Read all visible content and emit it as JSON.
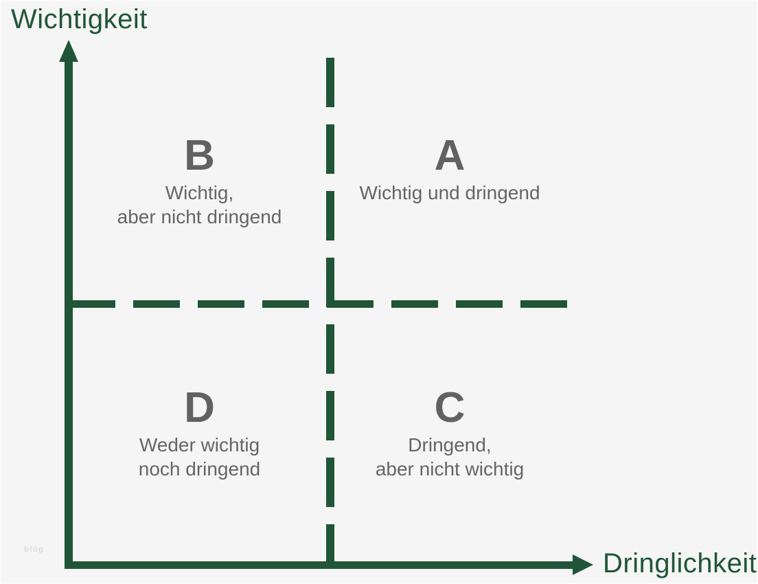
{
  "diagram": {
    "type": "eisenhower-matrix",
    "axes": {
      "y_label": "Wichtigkeit",
      "x_label": "Dringlichkeit"
    },
    "quadrants": [
      {
        "letter": "B",
        "description": "Wichtig,\naber nicht dringend",
        "position": "top-left"
      },
      {
        "letter": "A",
        "description": "Wichtig und dringend",
        "position": "top-right"
      },
      {
        "letter": "D",
        "description": "Weder wichtig\nnoch dringend",
        "position": "bottom-left"
      },
      {
        "letter": "C",
        "description": "Dringend,\naber nicht wichtig",
        "position": "bottom-right"
      }
    ],
    "watermark": "blog",
    "colors": {
      "accent_green": "#215538",
      "text_gray": "#656565",
      "background": "#f4f5f4",
      "watermark_gray": "#dcdcdc"
    }
  }
}
